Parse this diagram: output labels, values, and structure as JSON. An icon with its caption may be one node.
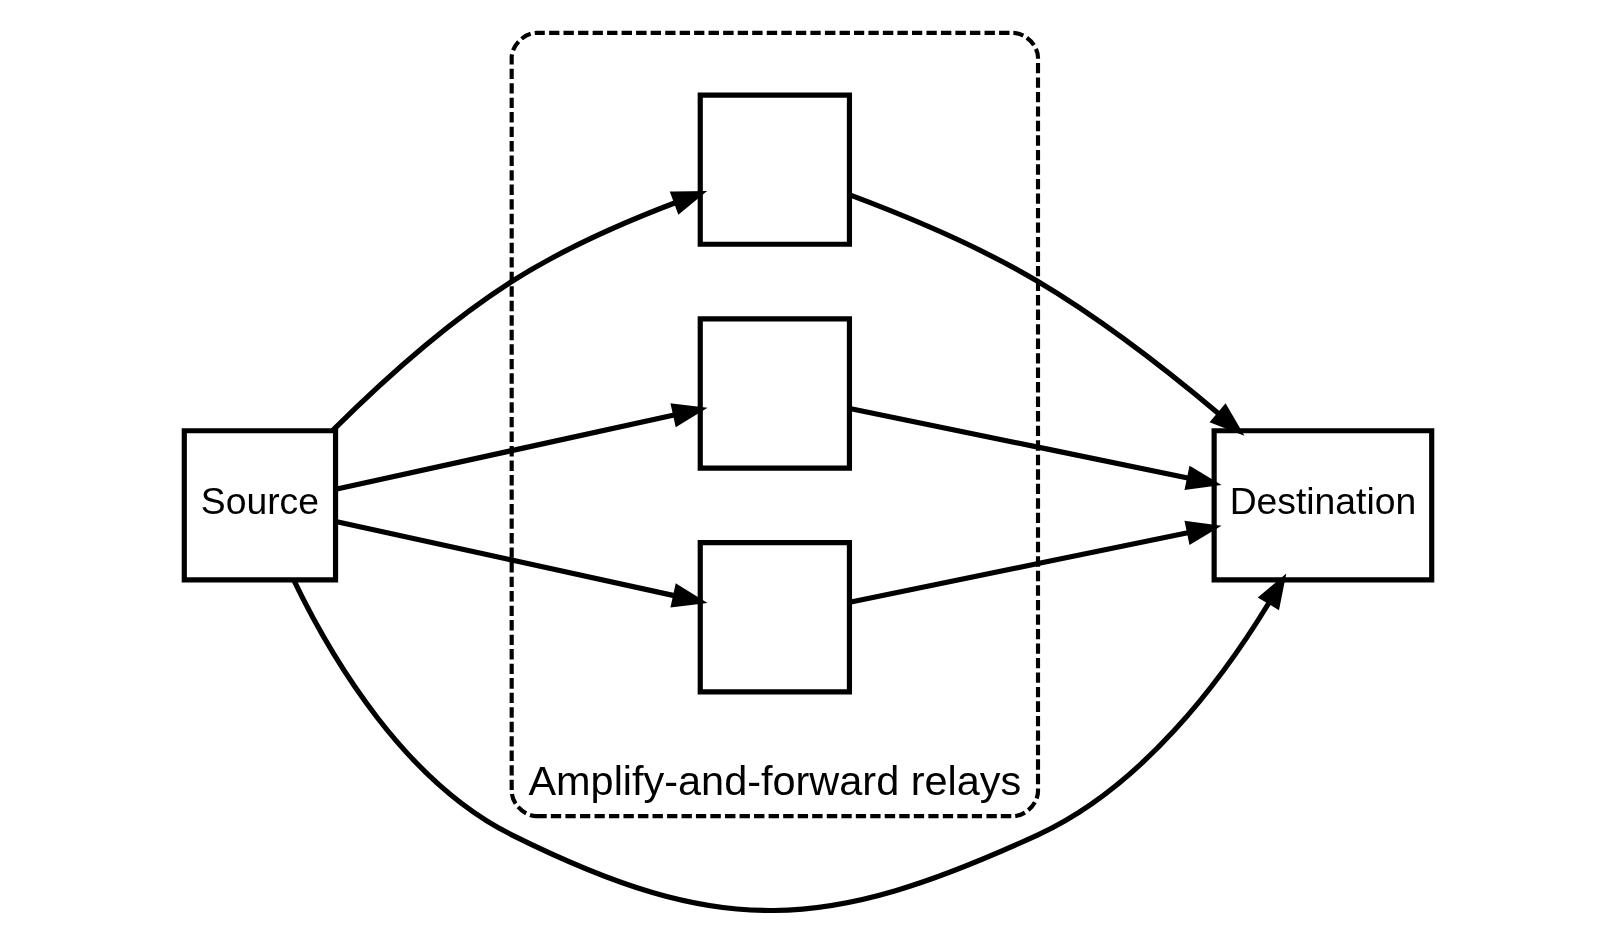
{
  "diagram": {
    "nodes": [
      {
        "text": [
          "Source"
        ]
      },
      {
        "text": [
          "Amplify-and-forward relays"
        ]
      },
      {
        "text": [],
        "shape": "box",
        "in": 1
      },
      {
        "text": [],
        "shape": "box",
        "in": 1
      },
      {
        "text": [],
        "shape": "box",
        "in": 1
      },
      {
        "text": [
          "Destination"
        ]
      }
    ],
    "edges": [
      {
        "from": 0,
        "to": 2,
        "arrow": "to"
      },
      {
        "from": 0,
        "to": 3,
        "arrow": "to"
      },
      {
        "from": 0,
        "to": 5,
        "arrow": "to"
      },
      {
        "from": 0,
        "to": 4,
        "arrow": "to"
      },
      {
        "from": 2,
        "to": 5,
        "arrow": "to"
      },
      {
        "from": 3,
        "to": 5,
        "arrow": "to"
      },
      {
        "from": 4,
        "to": 5,
        "arrow": "to"
      }
    ]
  }
}
